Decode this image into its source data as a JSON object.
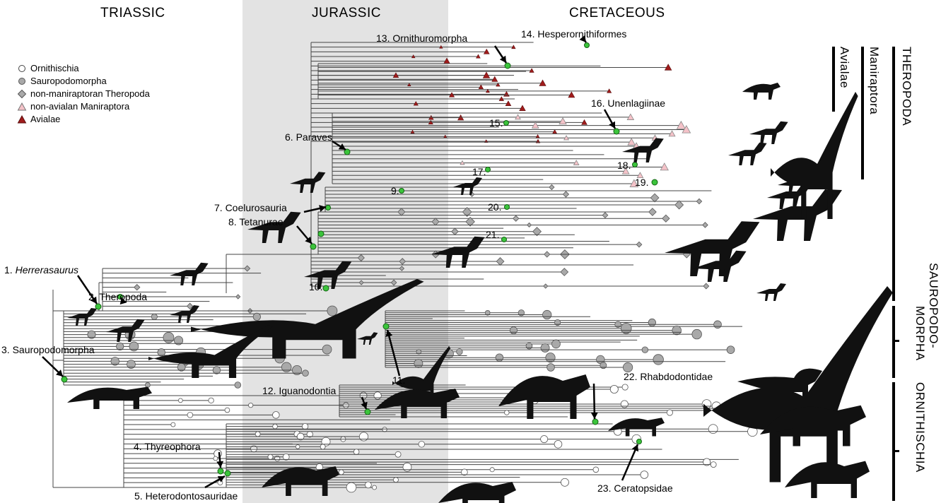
{
  "periods": {
    "triassic": "TRIASSIC",
    "jurassic": "JURASSIC",
    "cretaceous": "CRETACEOUS"
  },
  "legend": [
    {
      "label": "Ornithischia",
      "symbol": "circle-open-icon",
      "color": "#ffffff"
    },
    {
      "label": "Sauropodomorpha",
      "symbol": "circle-filled-icon",
      "color": "#a9a9a9"
    },
    {
      "label": "non-maniraptoran Theropoda",
      "symbol": "diamond-icon",
      "color": "#a9a9a9"
    },
    {
      "label": "non-avialan Maniraptora",
      "symbol": "triangle-icon",
      "color": "#f4c2c8"
    },
    {
      "label": "Avialae",
      "symbol": "triangle-icon",
      "color": "#a01c1c"
    }
  ],
  "nodes": {
    "n1": {
      "num": "1.",
      "name": "Herrerasaurus"
    },
    "n2": "2. Theropoda",
    "n3": "3. Sauropodomorpha",
    "n4": "4. Thyreophora",
    "n5": "5. Heterodontosauridae",
    "n6": "6. Paraves",
    "n7": "7. Coelurosauria",
    "n8": "8. Tetanurae",
    "n9": "9.",
    "n10": "10.",
    "n11": "11.",
    "n12": "12. Iguanodontia",
    "n13": "13. Ornithuromorpha",
    "n14": "14. Hesperornithiformes",
    "n15": "15.",
    "n16": "16. Unenlagiinae",
    "n17": "17.",
    "n18": "18.",
    "n19": "19.",
    "n20": "20.",
    "n21": "21.",
    "n22": "22. Rhabdodontidae",
    "n23": "23. Ceratopsidae"
  },
  "clades": {
    "avialae": "Avialae",
    "maniraptora": "Maniraptora",
    "theropoda": "THEROPODA",
    "sauropodomorpha_1": "SAUROPODO-",
    "sauropodomorpha_2": "MORPHA",
    "ornithischia": "ORNITHISCHIA"
  },
  "colors": {
    "jurassic_band": "#e3e3e3",
    "node_highlight": "#3cc43c",
    "grey_marker": "#a9a9a9",
    "pink_marker": "#f4c2c8",
    "red_marker": "#a01c1c"
  }
}
